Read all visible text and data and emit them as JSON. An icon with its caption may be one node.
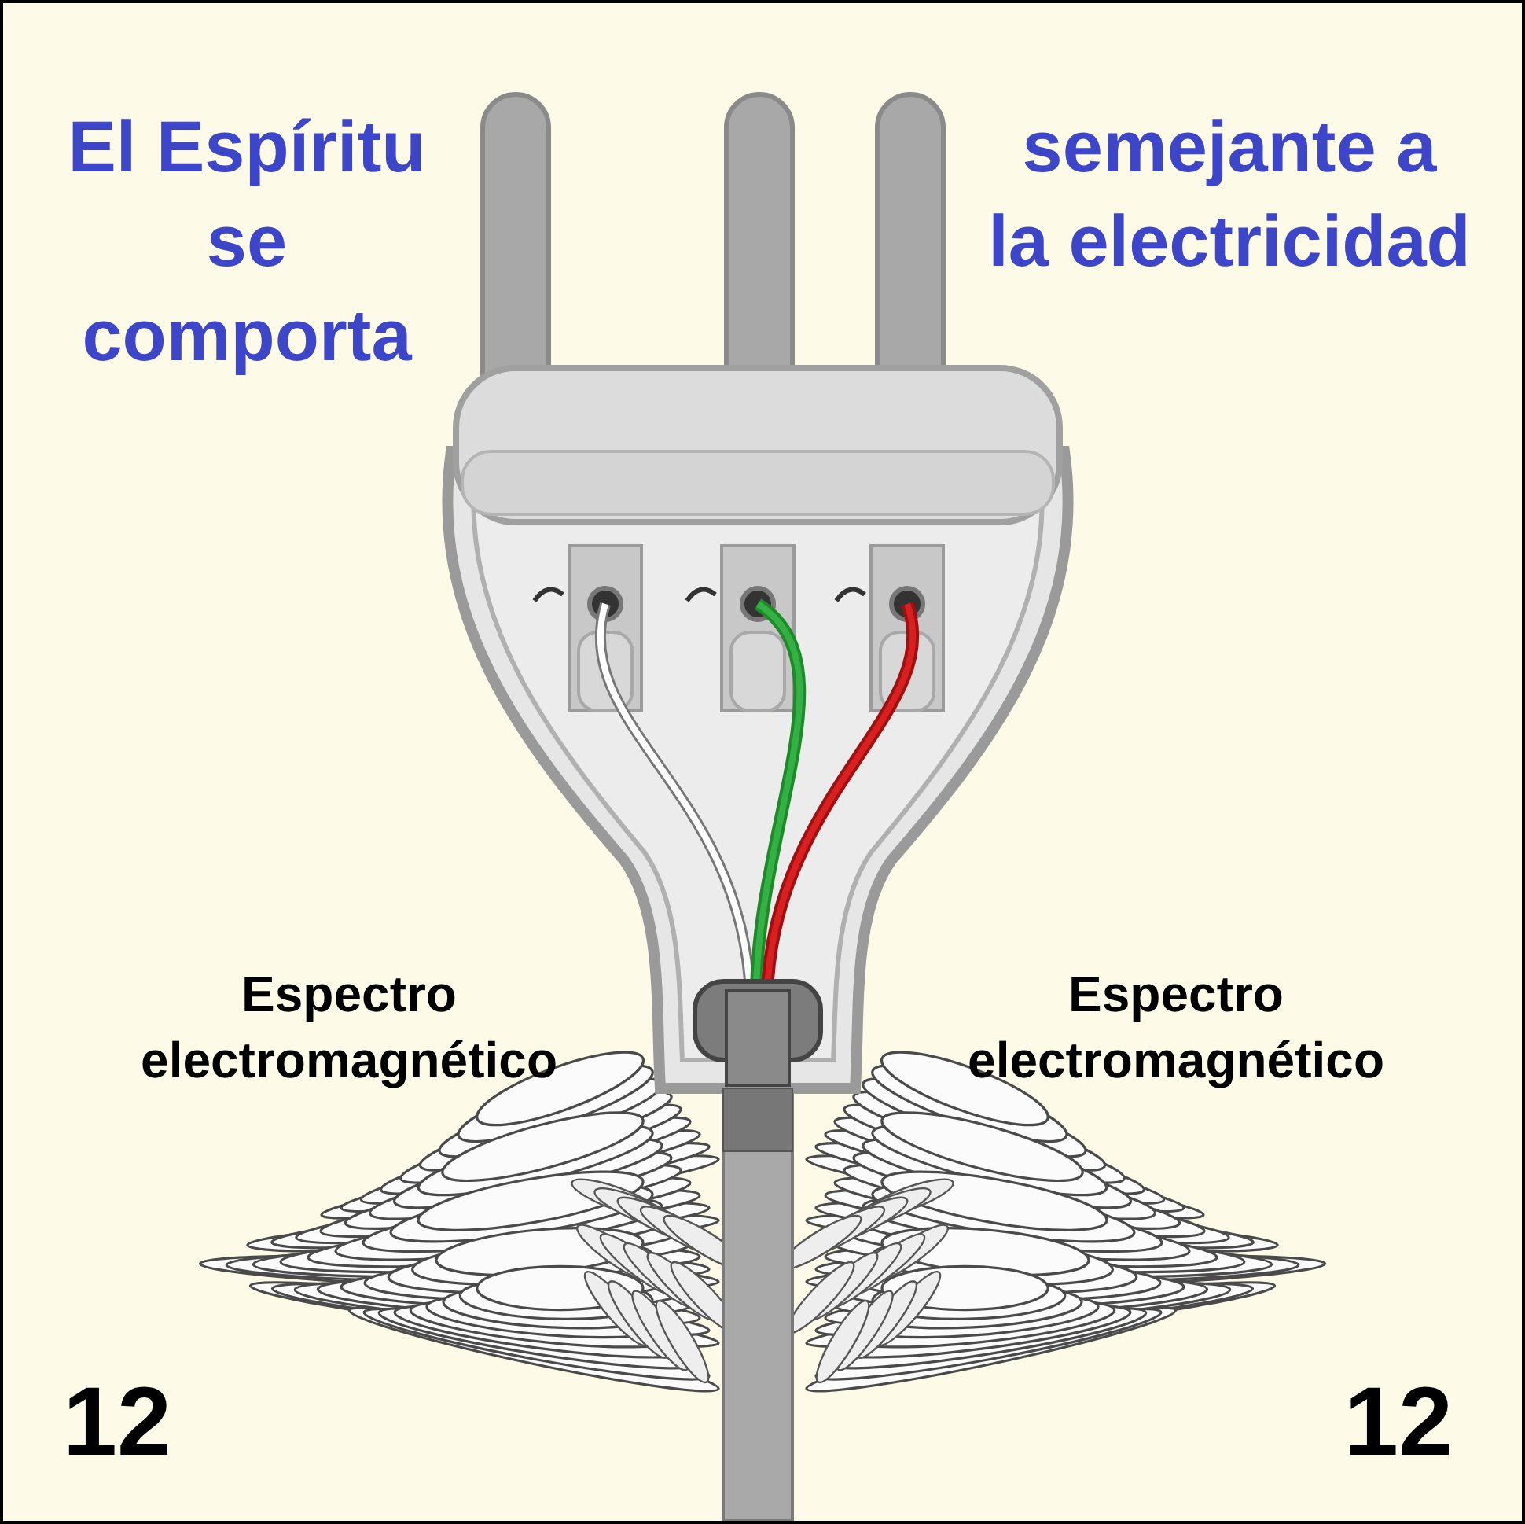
{
  "diagram": {
    "labels": [
      "El Espíritu se comporta",
      "semejante a la electricidad",
      "Espectro electromagnético",
      "Espectro electromagnético",
      "12",
      "12"
    ]
  }
}
